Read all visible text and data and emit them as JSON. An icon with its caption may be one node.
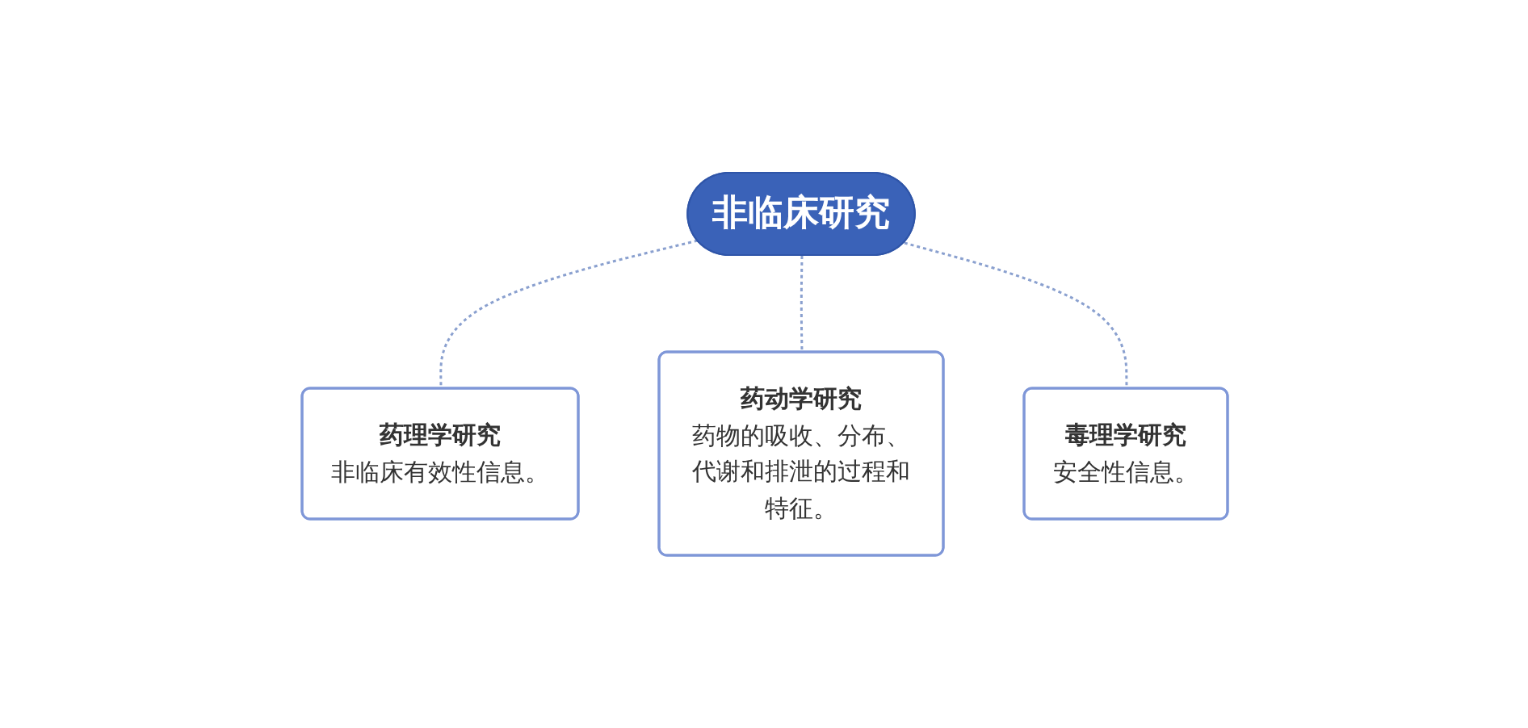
{
  "diagram": {
    "nodes": [
      {
        "text": [
          "非临床研究"
        ]
      },
      {
        "text": [
          "药理学研究",
          "非临床有效性信息。"
        ]
      },
      {
        "text": [
          "药动学研究",
          "药物的吸收、分布、代谢和排泄的过程和特征。"
        ]
      },
      {
        "text": [
          "毒理学研究",
          "安全性信息。"
        ]
      }
    ],
    "edges": [
      {
        "from": 0,
        "to": 1,
        "arrow": "none",
        "style": "dashed"
      },
      {
        "from": 0,
        "to": 2,
        "arrow": "none",
        "style": "dashed"
      },
      {
        "from": 0,
        "to": 3,
        "arrow": "none",
        "style": "dashed"
      }
    ]
  }
}
